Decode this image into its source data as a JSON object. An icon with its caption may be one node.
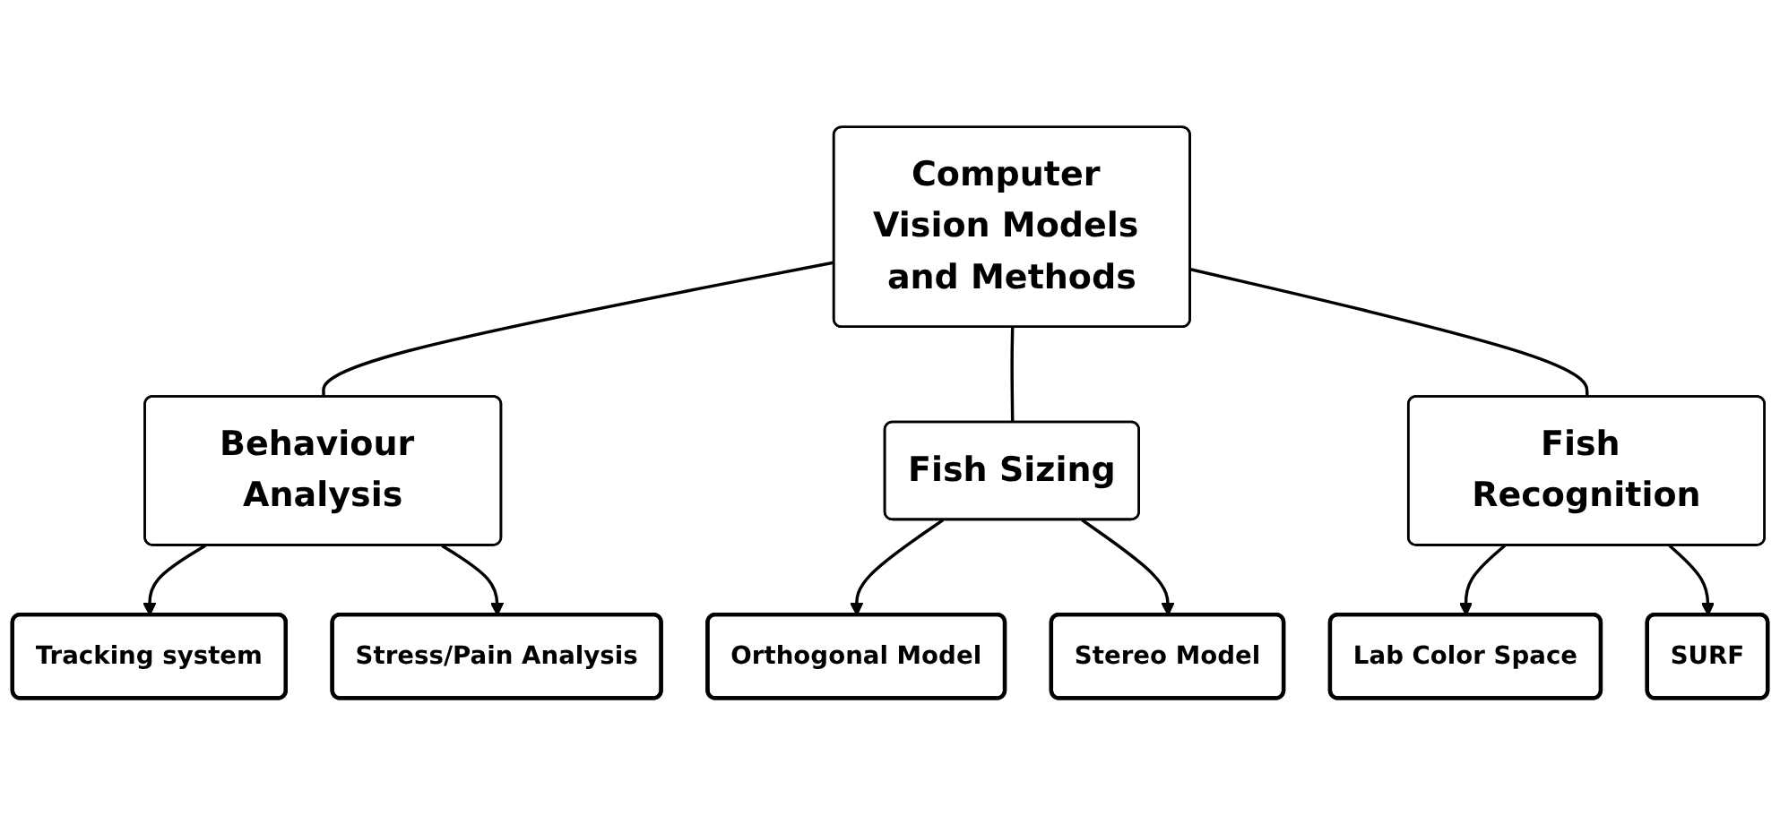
{
  "diagram": {
    "nodes": [
      {
        "text": [
          "Computer Vision Models and Methods"
        ]
      },
      {
        "text": [
          "Behaviour Analysis"
        ]
      },
      {
        "text": [
          "Fish Sizing"
        ]
      },
      {
        "text": [
          "Fish Recognition"
        ]
      },
      {
        "text": [
          "Tracking system"
        ]
      },
      {
        "text": [
          "Stress/Pain Analysis"
        ]
      },
      {
        "text": [
          "Orthogonal Model"
        ]
      },
      {
        "text": [
          "Stereo Model"
        ]
      },
      {
        "text": [
          "Lab Color Space"
        ]
      },
      {
        "text": [
          "SURF"
        ]
      }
    ],
    "edges": [
      {
        "from": 0,
        "to": 1,
        "arrow": "none"
      },
      {
        "from": 0,
        "to": 2,
        "arrow": "none"
      },
      {
        "from": 0,
        "to": 3,
        "arrow": "none"
      },
      {
        "from": 1,
        "to": 4,
        "arrow": "to"
      },
      {
        "from": 1,
        "to": 5,
        "arrow": "to"
      },
      {
        "from": 2,
        "to": 6,
        "arrow": "to"
      },
      {
        "from": 2,
        "to": 7,
        "arrow": "to"
      },
      {
        "from": 3,
        "to": 8,
        "arrow": "to"
      },
      {
        "from": 3,
        "to": 9,
        "arrow": "to"
      }
    ]
  }
}
